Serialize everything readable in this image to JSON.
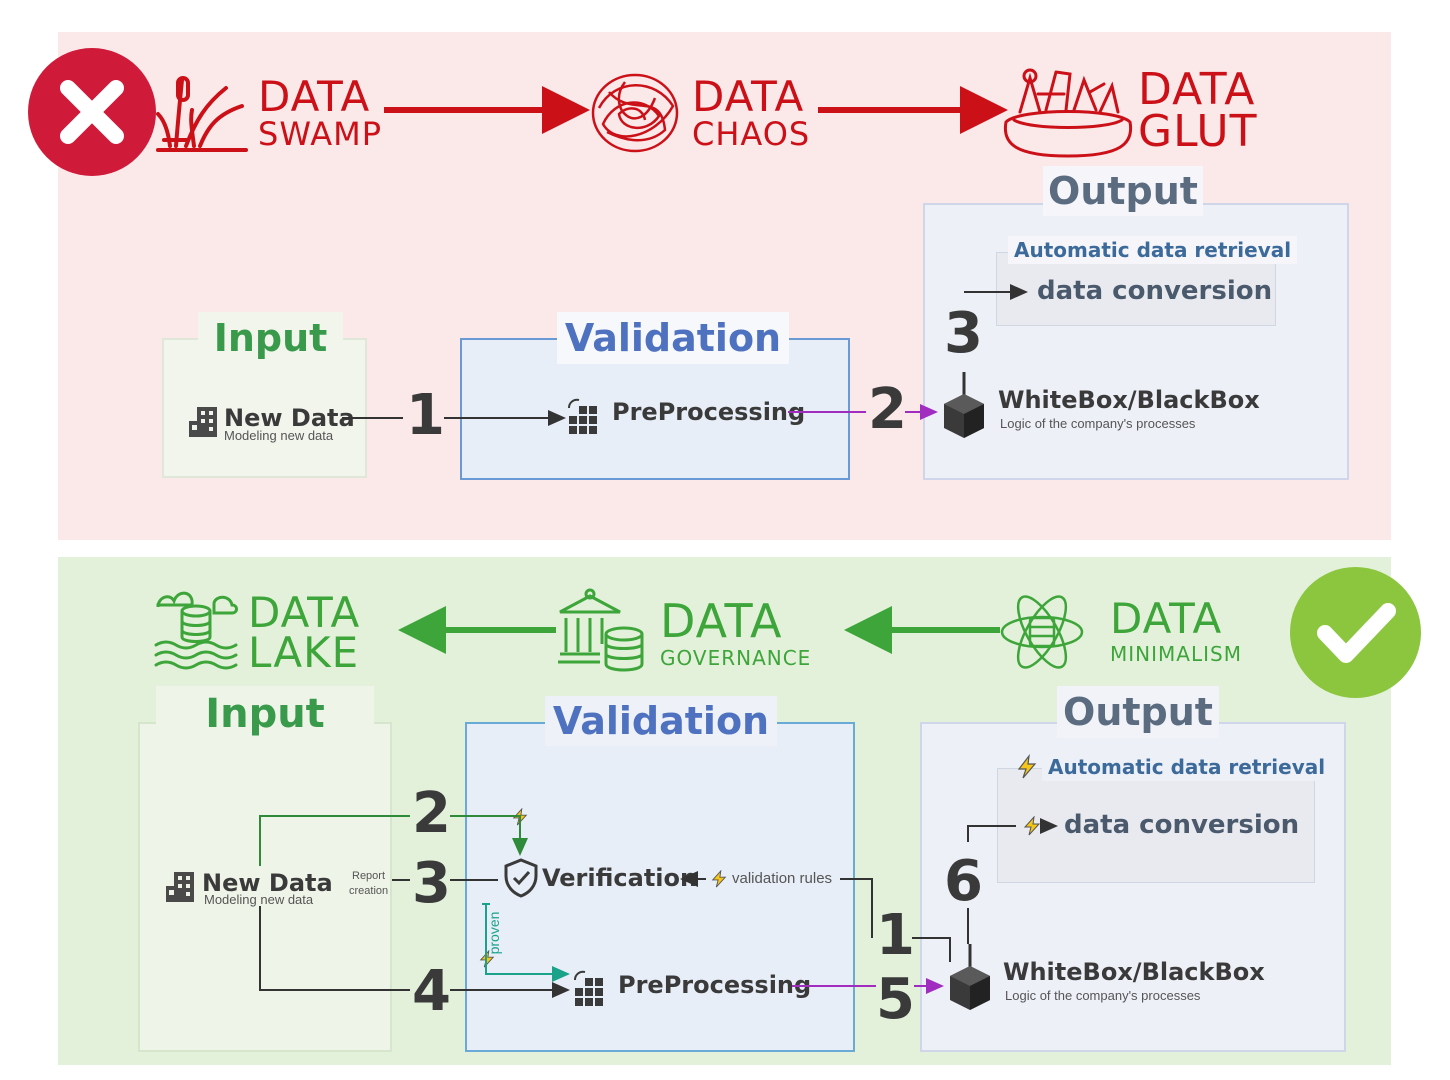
{
  "colors": {
    "bad_bg": "#fbe9ea",
    "good_bg": "#e3f1da",
    "red": "#cc1018",
    "green": "#3da53a",
    "validation_blue": "#4e72c0",
    "output_slate": "#5b6b80",
    "input_green": "#3a9a4c"
  },
  "top": {
    "stages": [
      {
        "word": "DATA",
        "sub": "SWAMP",
        "icon": "swamp-icon"
      },
      {
        "word": "DATA",
        "sub": "CHAOS",
        "icon": "tangle-icon"
      },
      {
        "word": "DATA",
        "sub": "GLUT",
        "icon": "overflowing-sack-icon"
      }
    ],
    "input_label": "Input",
    "validation_label": "Validation",
    "output_label": "Output",
    "new_data": {
      "title": "New Data",
      "sub": "Modeling new data"
    },
    "preprocessing": "PreProcessing",
    "whitebox": {
      "title": "WhiteBox/BlackBox",
      "sub": "Logic of the company's processes"
    },
    "auto_retrieval": "Automatic data retrieval",
    "data_conversion": "data conversion",
    "steps": [
      "1",
      "2",
      "3"
    ]
  },
  "bottom": {
    "stages": [
      {
        "word": "DATA",
        "sub": "LAKE",
        "icon": "lake-icon"
      },
      {
        "word": "DATA",
        "sub": "GOVERNANCE",
        "icon": "institution-database-icon"
      },
      {
        "word": "DATA",
        "sub": "MINIMALISM",
        "icon": "atom-database-icon"
      }
    ],
    "input_label": "Input",
    "validation_label": "Validation",
    "output_label": "Output",
    "new_data": {
      "title": "New Data",
      "sub": "Modeling new data"
    },
    "report_creation": [
      "Report",
      "creation"
    ],
    "verification": "Verification",
    "validation_rules": "validation rules",
    "proven": "proven",
    "preprocessing": "PreProcessing",
    "whitebox": {
      "title": "WhiteBox/BlackBox",
      "sub": "Logic of the company's processes"
    },
    "auto_retrieval": "Automatic data retrieval",
    "data_conversion": "data conversion",
    "steps": [
      "2",
      "3",
      "4",
      "1",
      "5",
      "6"
    ]
  }
}
